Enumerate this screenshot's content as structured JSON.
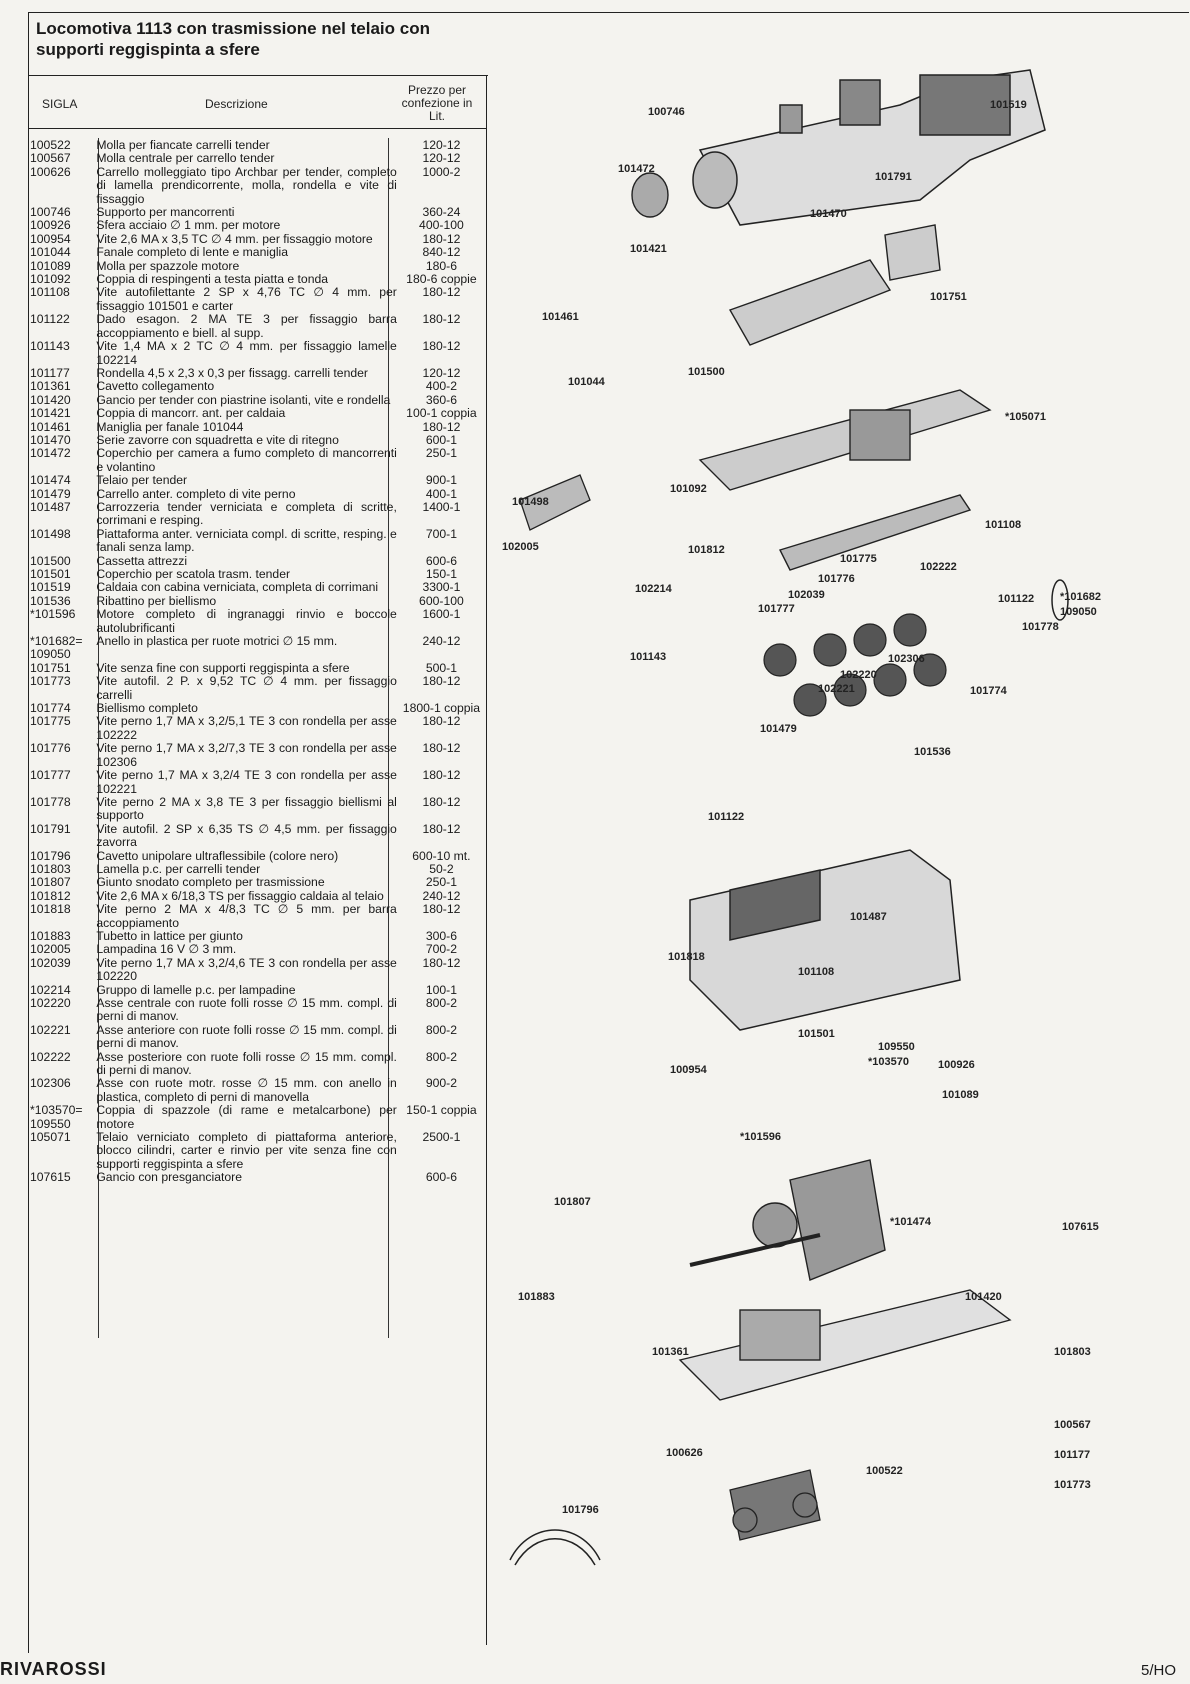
{
  "title": "Locomotiva 1113 con trasmissione nel telaio con supporti reggispinta a sfere",
  "table": {
    "headers": {
      "sigla": "SIGLA",
      "descrizione": "Descrizione",
      "prezzo": "Prezzo per confezione in Lit."
    },
    "rows": [
      {
        "code": "100522",
        "desc": "Molla per fiancate carrelli tender",
        "price": "120-12"
      },
      {
        "code": "100567",
        "desc": "Molla centrale per carrello tender",
        "price": "120-12"
      },
      {
        "code": "100626",
        "desc": "Carrello molleggiato tipo Archbar per tender, completo di lamella prendicorrente, molla, rondella e vite di fissaggio",
        "price": "1000-2"
      },
      {
        "code": "100746",
        "desc": "Supporto per mancorrenti",
        "price": "360-24"
      },
      {
        "code": "100926",
        "desc": "Sfera acciaio ∅ 1 mm. per motore",
        "price": "400-100"
      },
      {
        "code": "100954",
        "desc": "Vite 2,6 MA x 3,5 TC ∅ 4 mm. per fissaggio motore",
        "price": "180-12"
      },
      {
        "code": "101044",
        "desc": "Fanale completo di lente e maniglia",
        "price": "840-12"
      },
      {
        "code": "101089",
        "desc": "Molla per spazzole motore",
        "price": "180-6"
      },
      {
        "code": "101092",
        "desc": "Coppia di respingenti a testa piatta e tonda",
        "price": "180-6 coppie"
      },
      {
        "code": "101108",
        "desc": "Vite autofilettante 2 SP x 4,76 TC ∅ 4 mm. per fissaggio 101501 e carter",
        "price": "180-12"
      },
      {
        "code": "101122",
        "desc": "Dado esagon. 2 MA TE 3 per fissaggio barra accoppiamento e biell. al supp.",
        "price": "180-12"
      },
      {
        "code": "101143",
        "desc": "Vite 1,4 MA x 2 TC ∅ 4 mm. per fissaggio lamelle 102214",
        "price": "180-12"
      },
      {
        "code": "101177",
        "desc": "Rondella 4,5 x 2,3 x 0,3 per fissagg. carrelli tender",
        "price": "120-12"
      },
      {
        "code": "101361",
        "desc": "Cavetto collegamento",
        "price": "400-2"
      },
      {
        "code": "101420",
        "desc": "Gancio per tender con piastrine isolanti, vite e rondella",
        "price": "360-6"
      },
      {
        "code": "101421",
        "desc": "Coppia di mancorr. ant. per caldaia",
        "price": "100-1 coppia"
      },
      {
        "code": "101461",
        "desc": "Maniglia per fanale 101044",
        "price": "180-12"
      },
      {
        "code": "101470",
        "desc": "Serie zavorre con squadretta e vite di ritegno",
        "price": "600-1"
      },
      {
        "code": "101472",
        "desc": "Coperchio per camera a fumo completo di mancorrenti e volantino",
        "price": "250-1"
      },
      {
        "code": "101474",
        "desc": "Telaio per tender",
        "price": "900-1"
      },
      {
        "code": "101479",
        "desc": "Carrello anter. completo di vite perno",
        "price": "400-1"
      },
      {
        "code": "101487",
        "desc": "Carrozzeria tender verniciata e completa di scritte, corrimani e resping.",
        "price": "1400-1"
      },
      {
        "code": "101498",
        "desc": "Piattaforma anter. verniciata compl. di scritte, resping. e fanali senza lamp.",
        "price": "700-1"
      },
      {
        "code": "101500",
        "desc": "Cassetta attrezzi",
        "price": "600-6"
      },
      {
        "code": "101501",
        "desc": "Coperchio per scatola trasm. tender",
        "price": "150-1"
      },
      {
        "code": "101519",
        "desc": "Caldaia con cabina verniciata, completa di corrimani",
        "price": "3300-1"
      },
      {
        "code": "101536",
        "desc": "Ribattino per biellismo",
        "price": "600-100"
      },
      {
        "code": "*101596",
        "desc": "Motore completo di ingranaggi rinvio e boccole autolubrificanti",
        "price": "1600-1"
      },
      {
        "code": "*101682= 109050",
        "desc": "Anello in plastica per ruote motrici ∅ 15 mm.",
        "price": "240-12"
      },
      {
        "code": "101751",
        "desc": "Vite senza fine con supporti reggispinta a sfere",
        "price": "500-1"
      },
      {
        "code": "101773",
        "desc": "Vite autofil. 2 P. x 9,52 TC ∅ 4 mm. per fissaggio carrelli",
        "price": "180-12"
      },
      {
        "code": "101774",
        "desc": "Biellismo completo",
        "price": "1800-1 coppia"
      },
      {
        "code": "101775",
        "desc": "Vite perno 1,7 MA x 3,2/5,1 TE 3 con rondella per asse 102222",
        "price": "180-12"
      },
      {
        "code": "101776",
        "desc": "Vite perno 1,7 MA x 3,2/7,3 TE 3 con rondella per asse 102306",
        "price": "180-12"
      },
      {
        "code": "101777",
        "desc": "Vite perno 1,7 MA x 3,2/4 TE 3 con rondella per asse 102221",
        "price": "180-12"
      },
      {
        "code": "101778",
        "desc": "Vite perno 2 MA x 3,8 TE 3 per fissaggio biellismi al supporto",
        "price": "180-12"
      },
      {
        "code": "101791",
        "desc": "Vite autofil. 2 SP x 6,35 TS ∅ 4,5 mm. per fissaggio zavorra",
        "price": "180-12"
      },
      {
        "code": "101796",
        "desc": "Cavetto unipolare ultraflessibile (colore nero)",
        "price": "600-10 mt."
      },
      {
        "code": "101803",
        "desc": "Lamella p.c. per carrelli tender",
        "price": "50-2"
      },
      {
        "code": "101807",
        "desc": "Giunto snodato completo per trasmissione",
        "price": "250-1"
      },
      {
        "code": "101812",
        "desc": "Vite 2,6 MA x 6/18,3 TS per fissaggio caldaia al telaio",
        "price": "240-12"
      },
      {
        "code": "101818",
        "desc": "Vite perno 2 MA x 4/8,3 TC ∅ 5 mm. per barra accoppiamento",
        "price": "180-12"
      },
      {
        "code": "101883",
        "desc": "Tubetto in lattice per giunto",
        "price": "300-6"
      },
      {
        "code": "102005",
        "desc": "Lampadina 16 V ∅ 3 mm.",
        "price": "700-2"
      },
      {
        "code": "102039",
        "desc": "Vite perno 1,7 MA x 3,2/4,6 TE 3 con rondella per asse 102220",
        "price": "180-12"
      },
      {
        "code": "102214",
        "desc": "Gruppo di lamelle p.c. per lampadine",
        "price": "100-1"
      },
      {
        "code": "102220",
        "desc": "Asse centrale con ruote folli rosse ∅ 15 mm. compl. di perni di manov.",
        "price": "800-2"
      },
      {
        "code": "102221",
        "desc": "Asse anteriore con ruote folli rosse ∅ 15 mm. compl. di perni di manov.",
        "price": "800-2"
      },
      {
        "code": "102222",
        "desc": "Asse posteriore con ruote folli rosse ∅ 15 mm. compl. di perni di manov.",
        "price": "800-2"
      },
      {
        "code": "102306",
        "desc": "Asse con ruote motr. rosse ∅ 15 mm. con anello in plastica, completo di perni di manovella",
        "price": "900-2"
      },
      {
        "code": "*103570= 109550",
        "desc": "Coppia di spazzole (di rame e metalcarbone) per motore",
        "price": "150-1 coppia"
      },
      {
        "code": "105071",
        "desc": "Telaio verniciato completo di piattaforma anteriore, blocco cilindri, carter e rinvio per vite senza fine con supporti reggispinta a sfere",
        "price": "2500-1"
      },
      {
        "code": "107615",
        "desc": "Gancio con presganciatore",
        "price": "600-6"
      }
    ]
  },
  "diagram_labels": [
    "100746",
    "101519",
    "101472",
    "101791",
    "101470",
    "101421",
    "101751",
    "101461",
    "101044",
    "101500",
    "*105071",
    "101498",
    "101092",
    "101108",
    "102005",
    "101812",
    "102214",
    "101143",
    "101775",
    "102222",
    "101776",
    "102039",
    "101777",
    "101122",
    "*101682",
    "109050",
    "101778",
    "102306",
    "102220",
    "102221",
    "101774",
    "101479",
    "101536",
    "101122",
    "101487",
    "101818",
    "101108",
    "101501",
    "100954",
    "109550",
    "*103570",
    "100926",
    "101089",
    "*101596",
    "101807",
    "*101474",
    "107615",
    "101883",
    "101420",
    "101361",
    "101803",
    "100567",
    "100626",
    "101177",
    "100522",
    "101773",
    "101796"
  ],
  "footer": {
    "brand": "RIVAROSSI",
    "page": "5/HO"
  }
}
